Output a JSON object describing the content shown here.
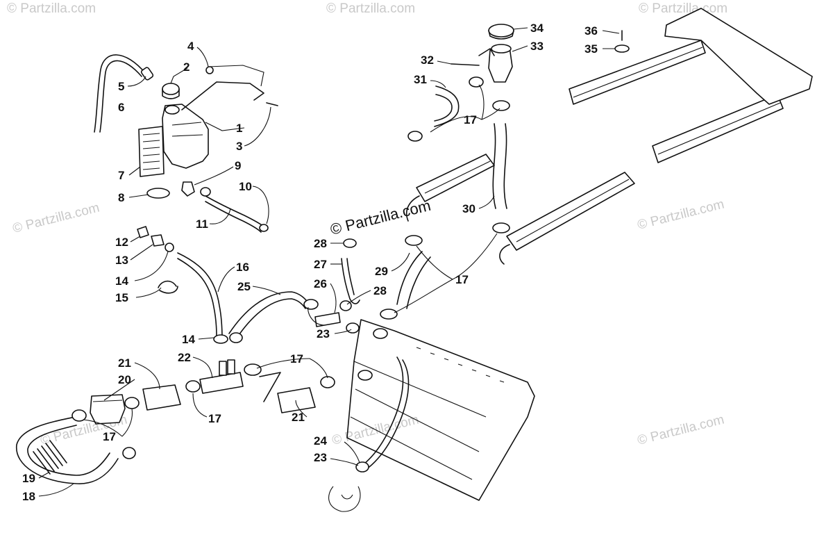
{
  "watermarks": {
    "center": "© Partzilla.com",
    "corner": "© Partzilla.com"
  },
  "callouts": [
    {
      "id": "c1",
      "label": "1"
    },
    {
      "id": "c2",
      "label": "2"
    },
    {
      "id": "c3",
      "label": "3"
    },
    {
      "id": "c4",
      "label": "4"
    },
    {
      "id": "c5",
      "label": "5"
    },
    {
      "id": "c6",
      "label": "6"
    },
    {
      "id": "c7",
      "label": "7"
    },
    {
      "id": "c8",
      "label": "8"
    },
    {
      "id": "c9",
      "label": "9"
    },
    {
      "id": "c10",
      "label": "10"
    },
    {
      "id": "c11",
      "label": "11"
    },
    {
      "id": "c12",
      "label": "12"
    },
    {
      "id": "c13",
      "label": "13"
    },
    {
      "id": "c14a",
      "label": "14"
    },
    {
      "id": "c14b",
      "label": "14"
    },
    {
      "id": "c15",
      "label": "15"
    },
    {
      "id": "c16",
      "label": "16"
    },
    {
      "id": "c17a",
      "label": "17"
    },
    {
      "id": "c17b",
      "label": "17"
    },
    {
      "id": "c17c",
      "label": "17"
    },
    {
      "id": "c17d",
      "label": "17"
    },
    {
      "id": "c17e",
      "label": "17"
    },
    {
      "id": "c18",
      "label": "18"
    },
    {
      "id": "c19",
      "label": "19"
    },
    {
      "id": "c20",
      "label": "20"
    },
    {
      "id": "c21a",
      "label": "21"
    },
    {
      "id": "c21b",
      "label": "21"
    },
    {
      "id": "c22",
      "label": "22"
    },
    {
      "id": "c23a",
      "label": "23"
    },
    {
      "id": "c23b",
      "label": "23"
    },
    {
      "id": "c24",
      "label": "24"
    },
    {
      "id": "c25",
      "label": "25"
    },
    {
      "id": "c26",
      "label": "26"
    },
    {
      "id": "c27",
      "label": "27"
    },
    {
      "id": "c28a",
      "label": "28"
    },
    {
      "id": "c28b",
      "label": "28"
    },
    {
      "id": "c29",
      "label": "29"
    },
    {
      "id": "c30",
      "label": "30"
    },
    {
      "id": "c31",
      "label": "31"
    },
    {
      "id": "c32",
      "label": "32"
    },
    {
      "id": "c33",
      "label": "33"
    },
    {
      "id": "c34",
      "label": "34"
    },
    {
      "id": "c35",
      "label": "35"
    },
    {
      "id": "c36",
      "label": "36"
    }
  ]
}
